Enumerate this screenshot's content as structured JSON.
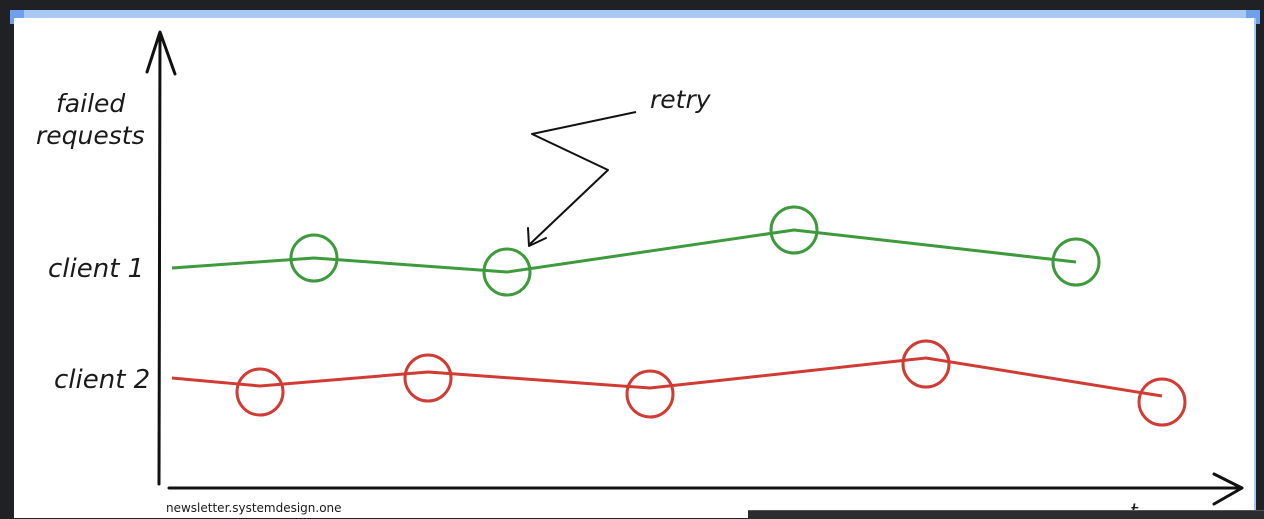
{
  "diagram": {
    "y_axis_label_line1": "failed",
    "y_axis_label_line2": "requests",
    "annotation": "retry",
    "watermark": "newsletter.systemdesign.one",
    "series": [
      {
        "name": "client 1",
        "color": "#3d9a3d",
        "points": [
          {
            "marker": false
          },
          {
            "marker": true
          },
          {
            "marker": true
          },
          {
            "marker": true
          },
          {
            "marker": true
          }
        ]
      },
      {
        "name": "client 2",
        "color": "#d03b34",
        "points": [
          {
            "marker": false
          },
          {
            "marker": true
          },
          {
            "marker": true
          },
          {
            "marker": true
          },
          {
            "marker": true
          },
          {
            "marker": true
          }
        ]
      }
    ]
  }
}
